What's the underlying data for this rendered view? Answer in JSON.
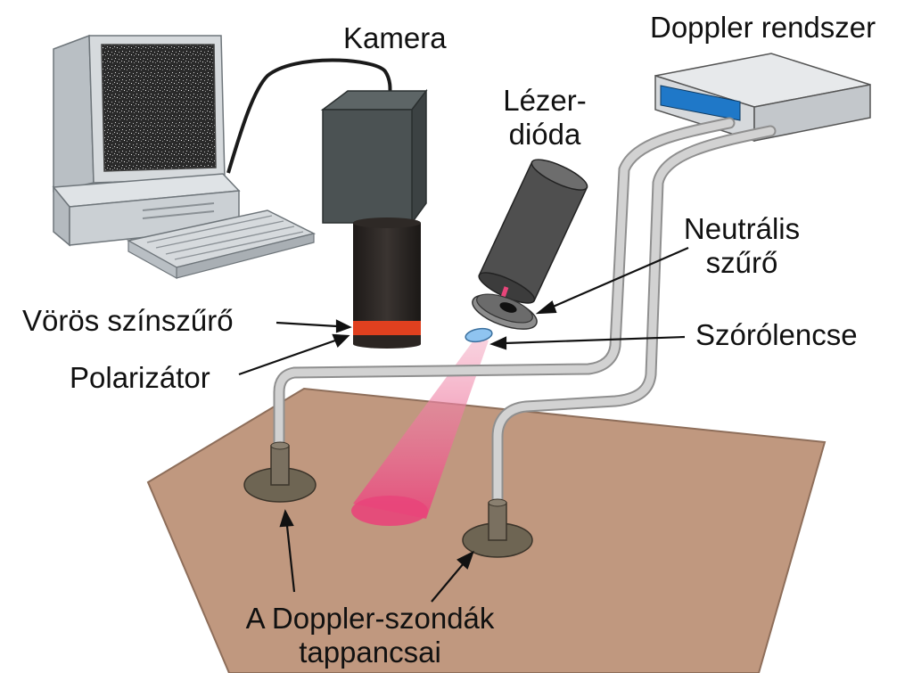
{
  "labels": {
    "kamera": "Kamera",
    "doppler_system": "Doppler rendszer",
    "laser_line1": "Lézer-",
    "laser_line2": "dióda",
    "neutral_line1": "Neutrális",
    "neutral_line2": "szűrő",
    "red_filter": "Vörös színszűrő",
    "polarizer": "Polarizátor",
    "diffuser": "Szórólencse",
    "probes_line1": "A Doppler-szondák",
    "probes_line2": "tappancsai"
  },
  "colors": {
    "skin": "#c0987f",
    "camera_body": "#4b5253",
    "lens": "#2e2926",
    "red_ring": "#e0401f",
    "laser_beam": "#e8457a",
    "fiber": "#c9c9c9",
    "probe": "#6e6553",
    "doppler_screen": "#1f78c8",
    "computer": "#cfd4d8"
  },
  "icons": [
    "computer-monitor-icon",
    "keyboard-icon",
    "camera-icon",
    "laser-diode-icon",
    "doppler-device-icon"
  ]
}
